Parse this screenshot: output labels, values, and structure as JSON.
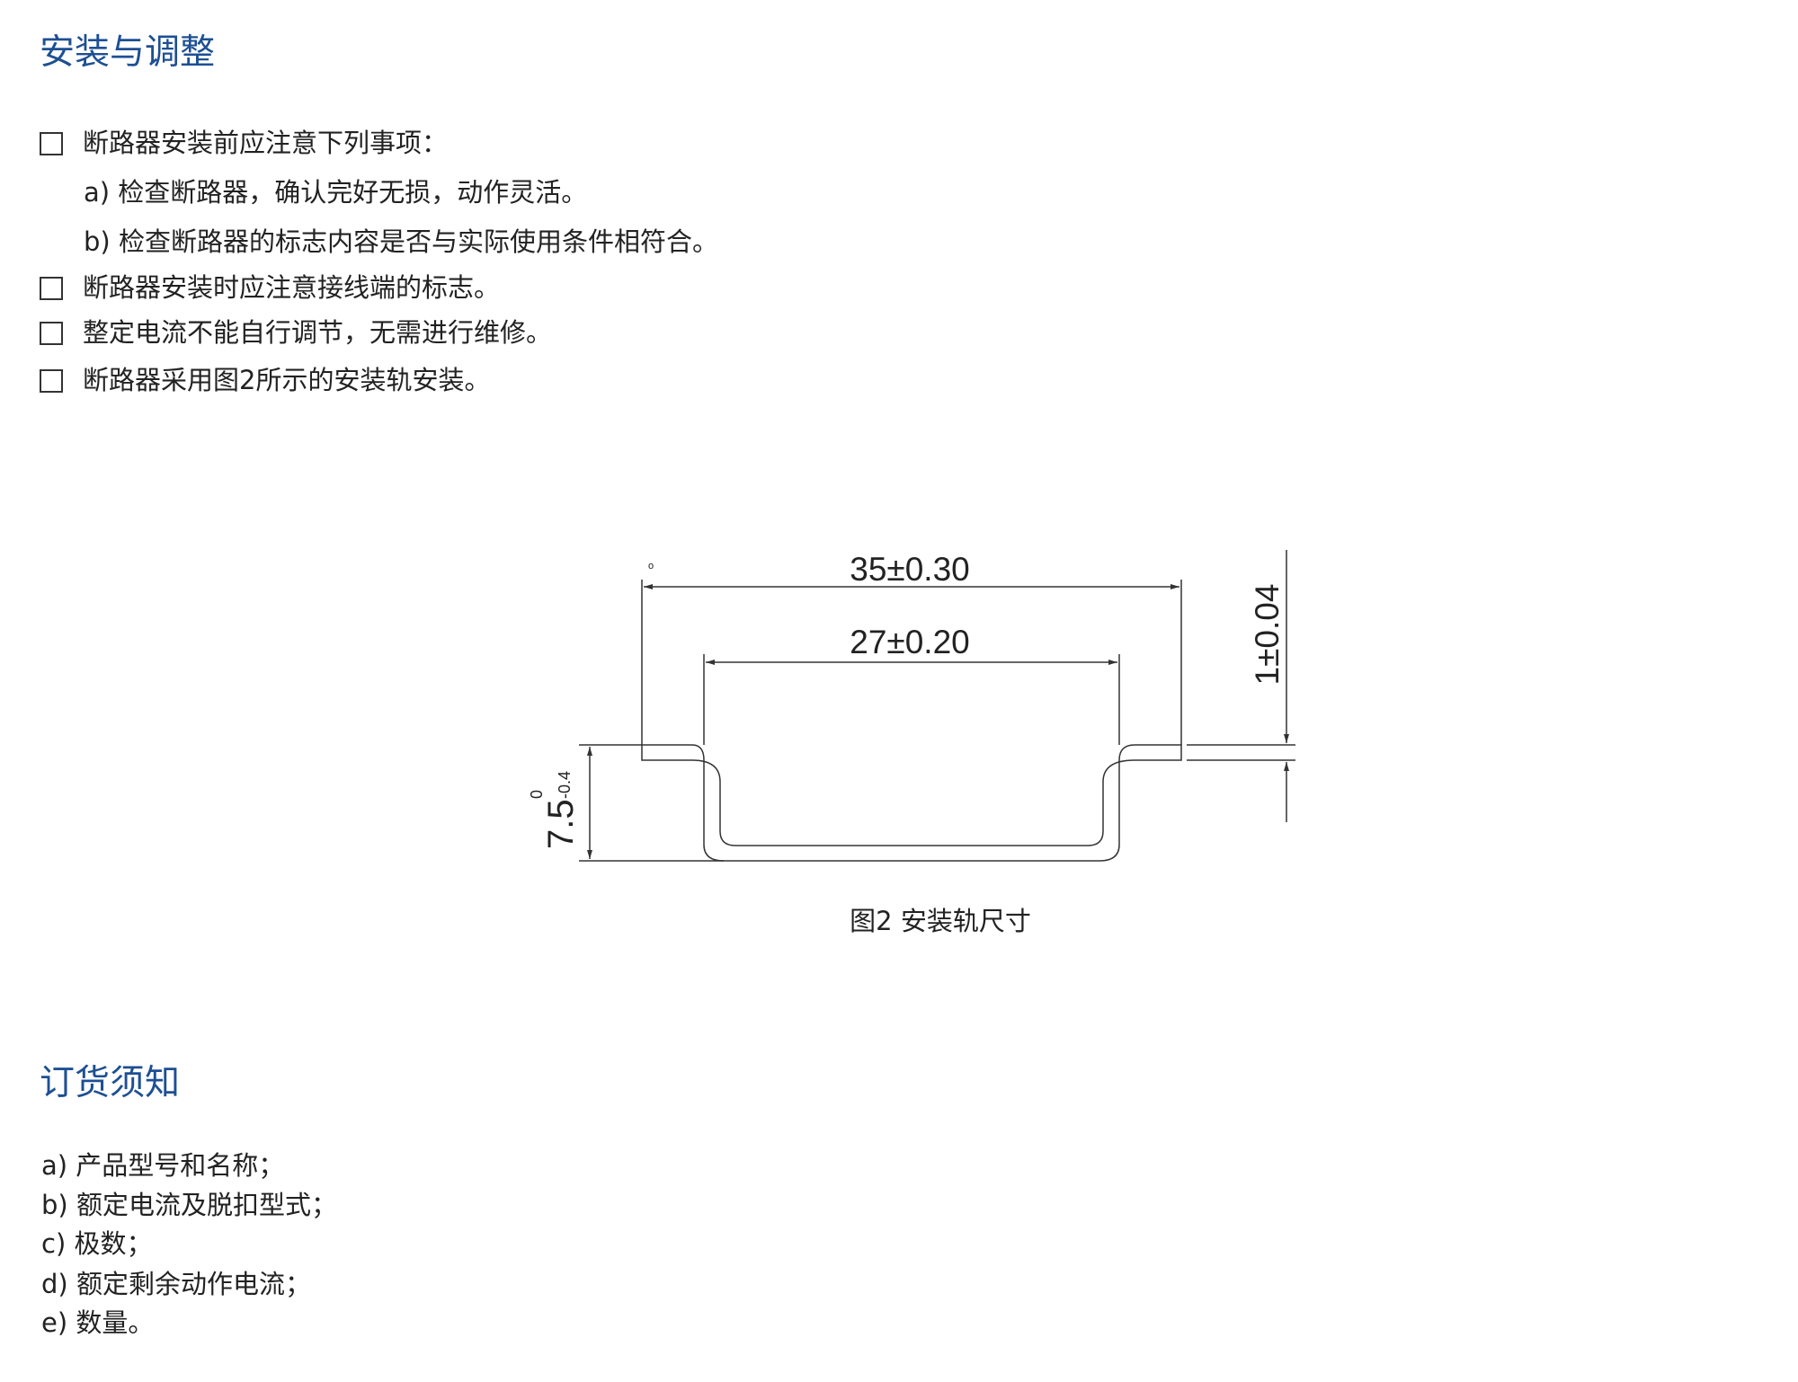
{
  "section1": {
    "title": "安装与调整",
    "items": [
      {
        "text": "断路器安装前应注意下列事项：",
        "sub": [
          "a) 检查断路器，确认完好无损，动作灵活。",
          "b) 检查断路器的标志内容是否与实际使用条件相符合。"
        ]
      },
      {
        "text": "断路器安装时应注意接线端的标志。"
      },
      {
        "text": "整定电流不能自行调节，无需进行维修。"
      },
      {
        "text": "断路器采用图2所示的安装轨安装。"
      }
    ]
  },
  "figure": {
    "dim_outer": "35±0.30",
    "dim_inner": "27±0.20",
    "dim_thickness": "1±0.04",
    "dim_height_base": "7.5",
    "dim_height_upper": "0",
    "dim_height_lower": "-0.4",
    "stray_mark": "o",
    "caption": "图2 安装轨尺寸"
  },
  "section2": {
    "title": "订货须知",
    "items": [
      "a) 产品型号和名称；",
      "b) 额定电流及脱扣型式；",
      "c) 极数；",
      "d) 额定剩余动作电流；",
      "e) 数量。"
    ]
  }
}
